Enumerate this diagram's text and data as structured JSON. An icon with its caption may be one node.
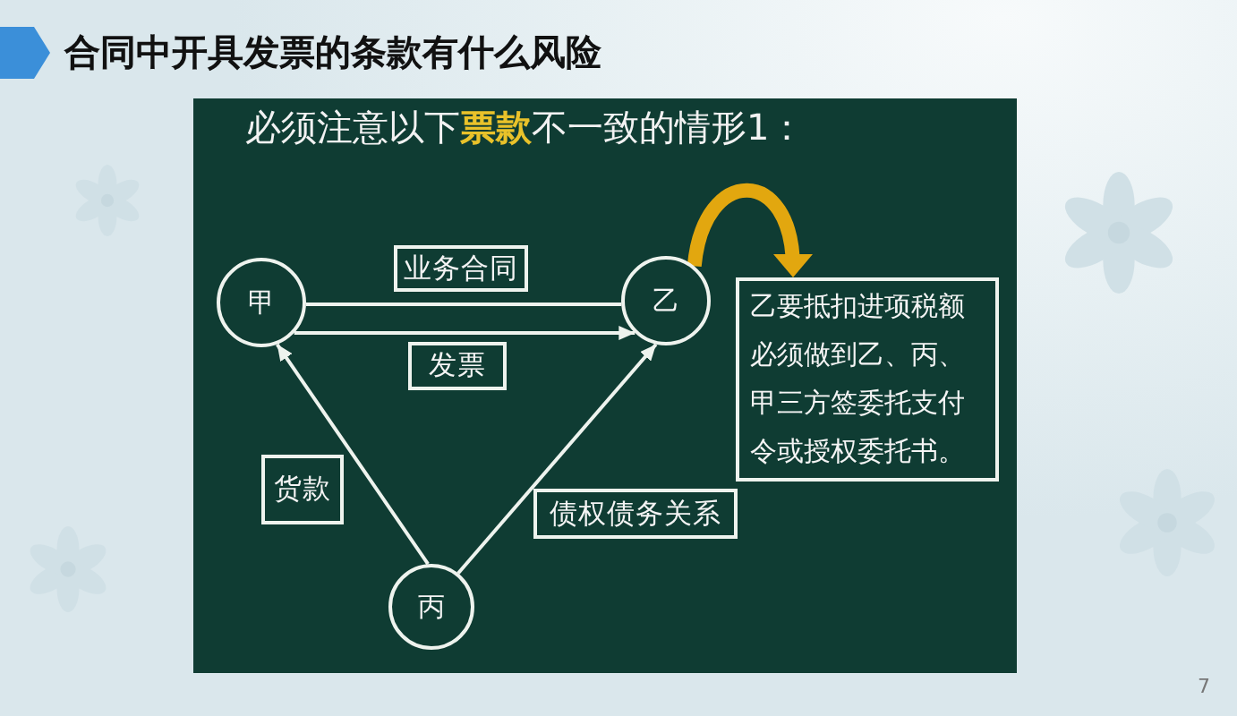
{
  "diagram": {
    "title": "合同中开具发票的条款有什么风险",
    "nodes": [
      {
        "text": [
          "甲"
        ]
      },
      {
        "text": [
          "乙"
        ]
      },
      {
        "text": [
          "乙要抵扣进项税额必须做到乙、丙、甲三方签委托支付令或授权委托书。"
        ]
      },
      {
        "text": [
          "丙"
        ]
      }
    ],
    "edges": [
      {
        "from": 0,
        "to": 1,
        "arrow": "none",
        "label": "业务合同"
      },
      {
        "from": 0,
        "to": 1,
        "arrow": "to",
        "label": "发票"
      },
      {
        "from": 3,
        "to": 0,
        "arrow": "to",
        "label": "货款"
      },
      {
        "from": 3,
        "to": 1,
        "arrow": "to",
        "label": "债权债务关系"
      },
      {
        "from": 1,
        "to": 2,
        "arrow": "to",
        "style": "thick",
        "color": "#e2a70f"
      }
    ],
    "labels": [
      "必须注意以下**票款**不一致的情形1：",
      "7"
    ]
  }
}
